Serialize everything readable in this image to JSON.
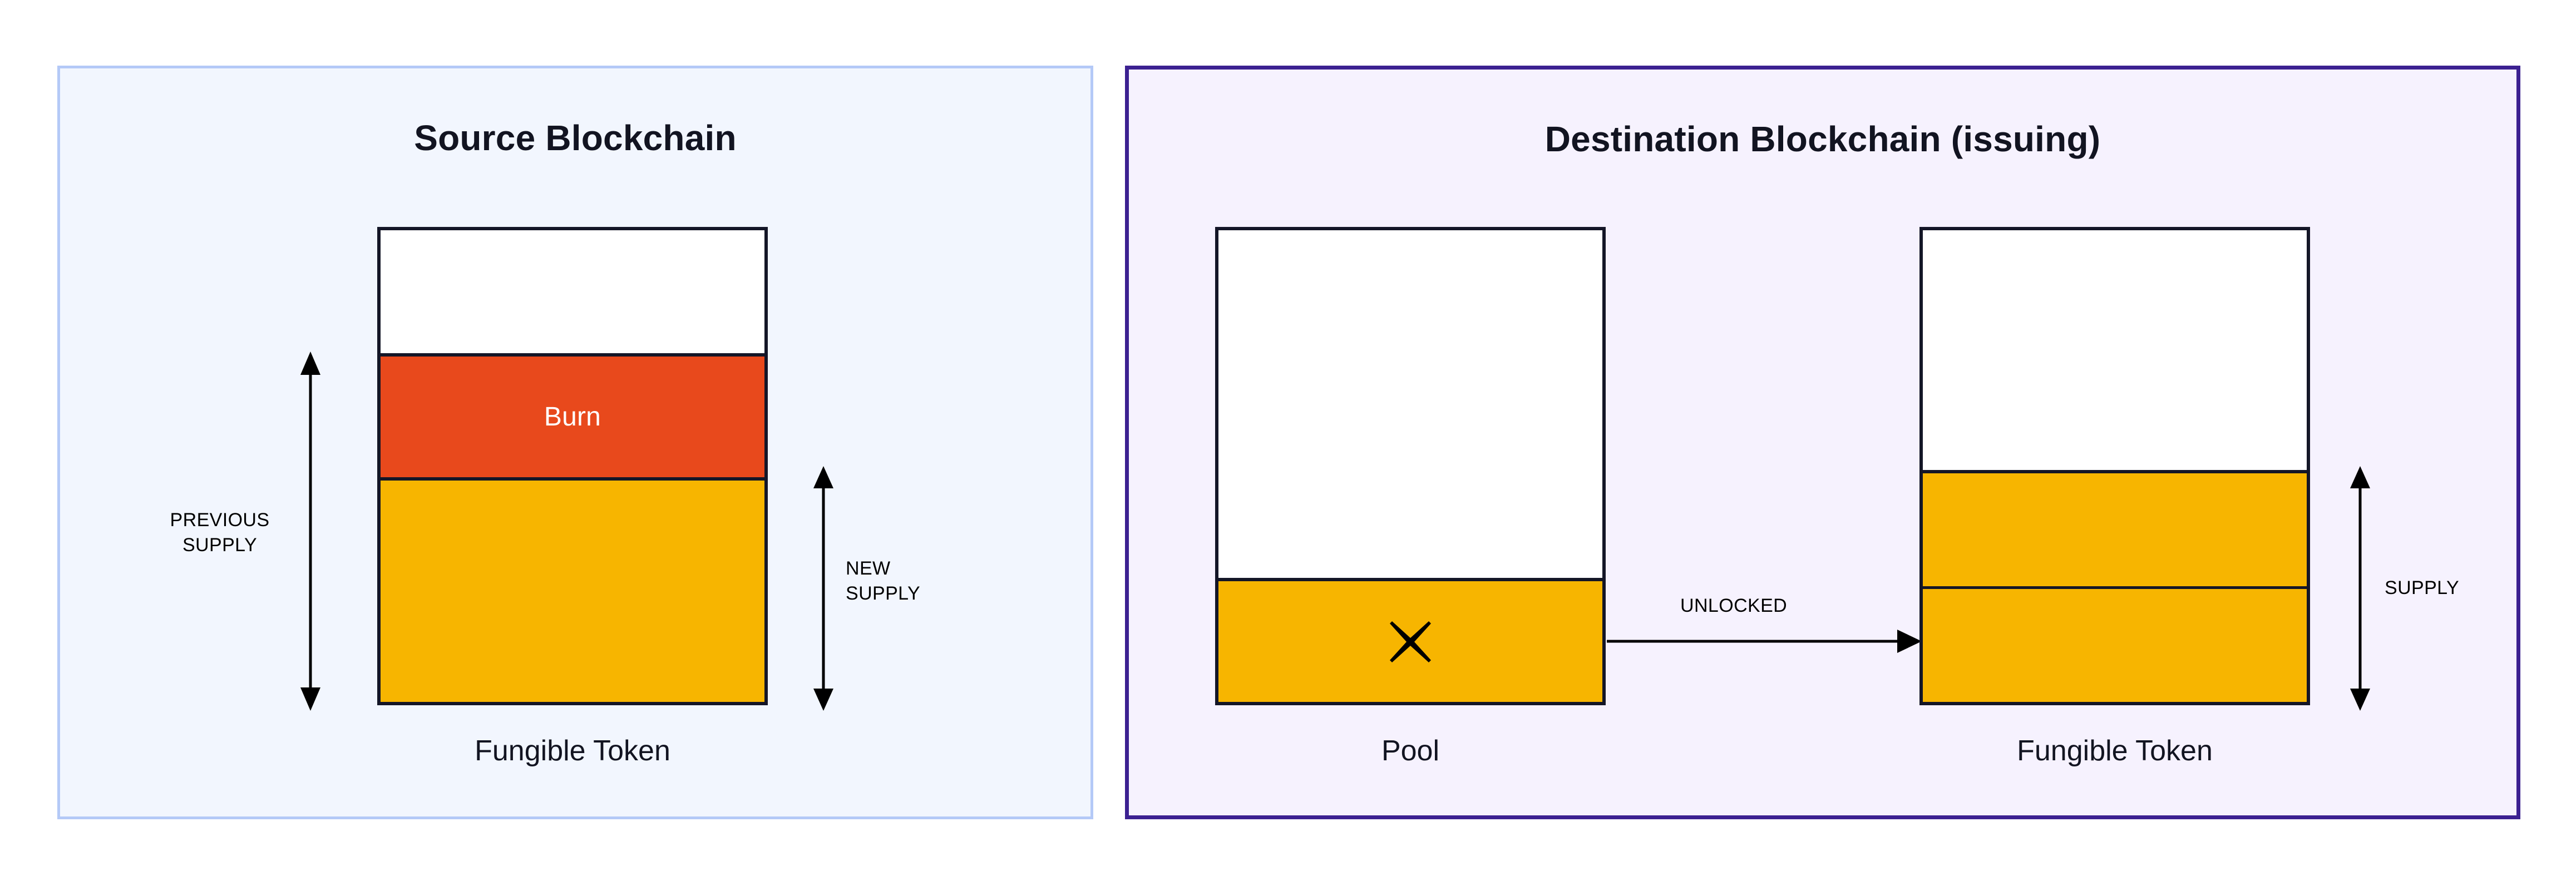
{
  "diagram": {
    "title_source": "Source Blockchain",
    "title_destination": "Destination Blockchain (issuing)"
  },
  "colors": {
    "source_panel_fill": "#F2F6FE",
    "source_panel_border": "#B4C9F7",
    "destination_panel_fill": "#F6F2FE",
    "destination_panel_border": "#3C2191",
    "burn": "#E8491C",
    "token_gold": "#F7B500",
    "box_border": "#141627",
    "text": "#121421"
  },
  "source_panel": {
    "title": "Source Blockchain",
    "token_box": {
      "caption": "Fungible Token",
      "segments": [
        {
          "name": "empty",
          "label": ""
        },
        {
          "name": "burn",
          "label": "Burn"
        },
        {
          "name": "remaining-supply",
          "label": ""
        }
      ]
    },
    "measures": [
      {
        "name": "previous-supply",
        "label": "PREVIOUS\nSUPPLY"
      },
      {
        "name": "new-supply",
        "label": "NEW\nSUPPLY"
      }
    ]
  },
  "destination_panel": {
    "title": "Destination Blockchain (issuing)",
    "pool_box": {
      "caption": "Pool",
      "icon": "x-mark-icon",
      "segments": [
        {
          "name": "empty",
          "label": ""
        },
        {
          "name": "pool-balance",
          "label": ""
        }
      ]
    },
    "token_box": {
      "caption": "Fungible Token",
      "segments": [
        {
          "name": "empty",
          "label": ""
        },
        {
          "name": "existing-supply",
          "label": ""
        },
        {
          "name": "unlocked-supply",
          "label": ""
        }
      ]
    },
    "flow": {
      "name": "unlocked-arrow",
      "label": "UNLOCKED"
    },
    "measures": [
      {
        "name": "supply",
        "label": "SUPPLY"
      }
    ]
  }
}
